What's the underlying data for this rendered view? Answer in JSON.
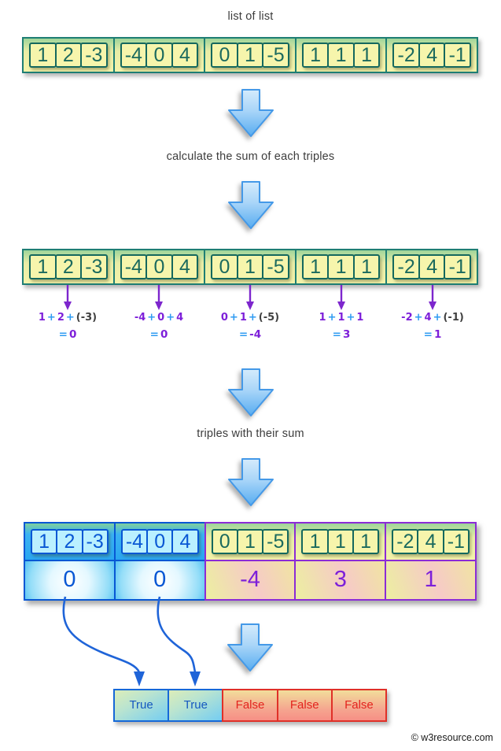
{
  "page": {
    "title": "list of list",
    "step1_label": "calculate the sum of each triples",
    "step2_label": "triples with their sum",
    "copyright": "© w3resource.com"
  },
  "triples": [
    {
      "cells": [
        "1",
        "2",
        "-3"
      ]
    },
    {
      "cells": [
        "-4",
        "0",
        "4"
      ]
    },
    {
      "cells": [
        "0",
        "1",
        "-5"
      ]
    },
    {
      "cells": [
        "1",
        "1",
        "1"
      ]
    },
    {
      "cells": [
        "-2",
        "4",
        "-1"
      ]
    }
  ],
  "operators": {
    "plus": "+",
    "equals": "="
  },
  "expressions": [
    {
      "a": "1",
      "b": "2",
      "c": "(-3)",
      "sum": "0"
    },
    {
      "a": "-4",
      "b": "0",
      "c": "4",
      "sum": "0"
    },
    {
      "a": "0",
      "b": "1",
      "c": "(-5)",
      "sum": "-4"
    },
    {
      "a": "1",
      "b": "1",
      "c": "1",
      "sum": "3"
    },
    {
      "a": "-2",
      "b": "4",
      "c": "(-1)",
      "sum": "1"
    }
  ],
  "table": {
    "sums": [
      "0",
      "0",
      "-4",
      "3",
      "1"
    ]
  },
  "results": [
    "True",
    "True",
    "False",
    "False",
    "False"
  ],
  "colors": {
    "teal_border": "#1e7e74",
    "cell_fill": "#f6f5ac",
    "cell_text": "#1b6a5e",
    "purple": "#7d1fd9",
    "operator_blue": "#2e9bf2",
    "paren_dark": "#404040",
    "table_blue": "#0857d4",
    "table_violet": "#8b2bd6",
    "true_blue": "#1558c0",
    "false_red": "#e3241f",
    "arrow_blue": "#4499e8",
    "purple_arrow": "#7d26cd"
  }
}
